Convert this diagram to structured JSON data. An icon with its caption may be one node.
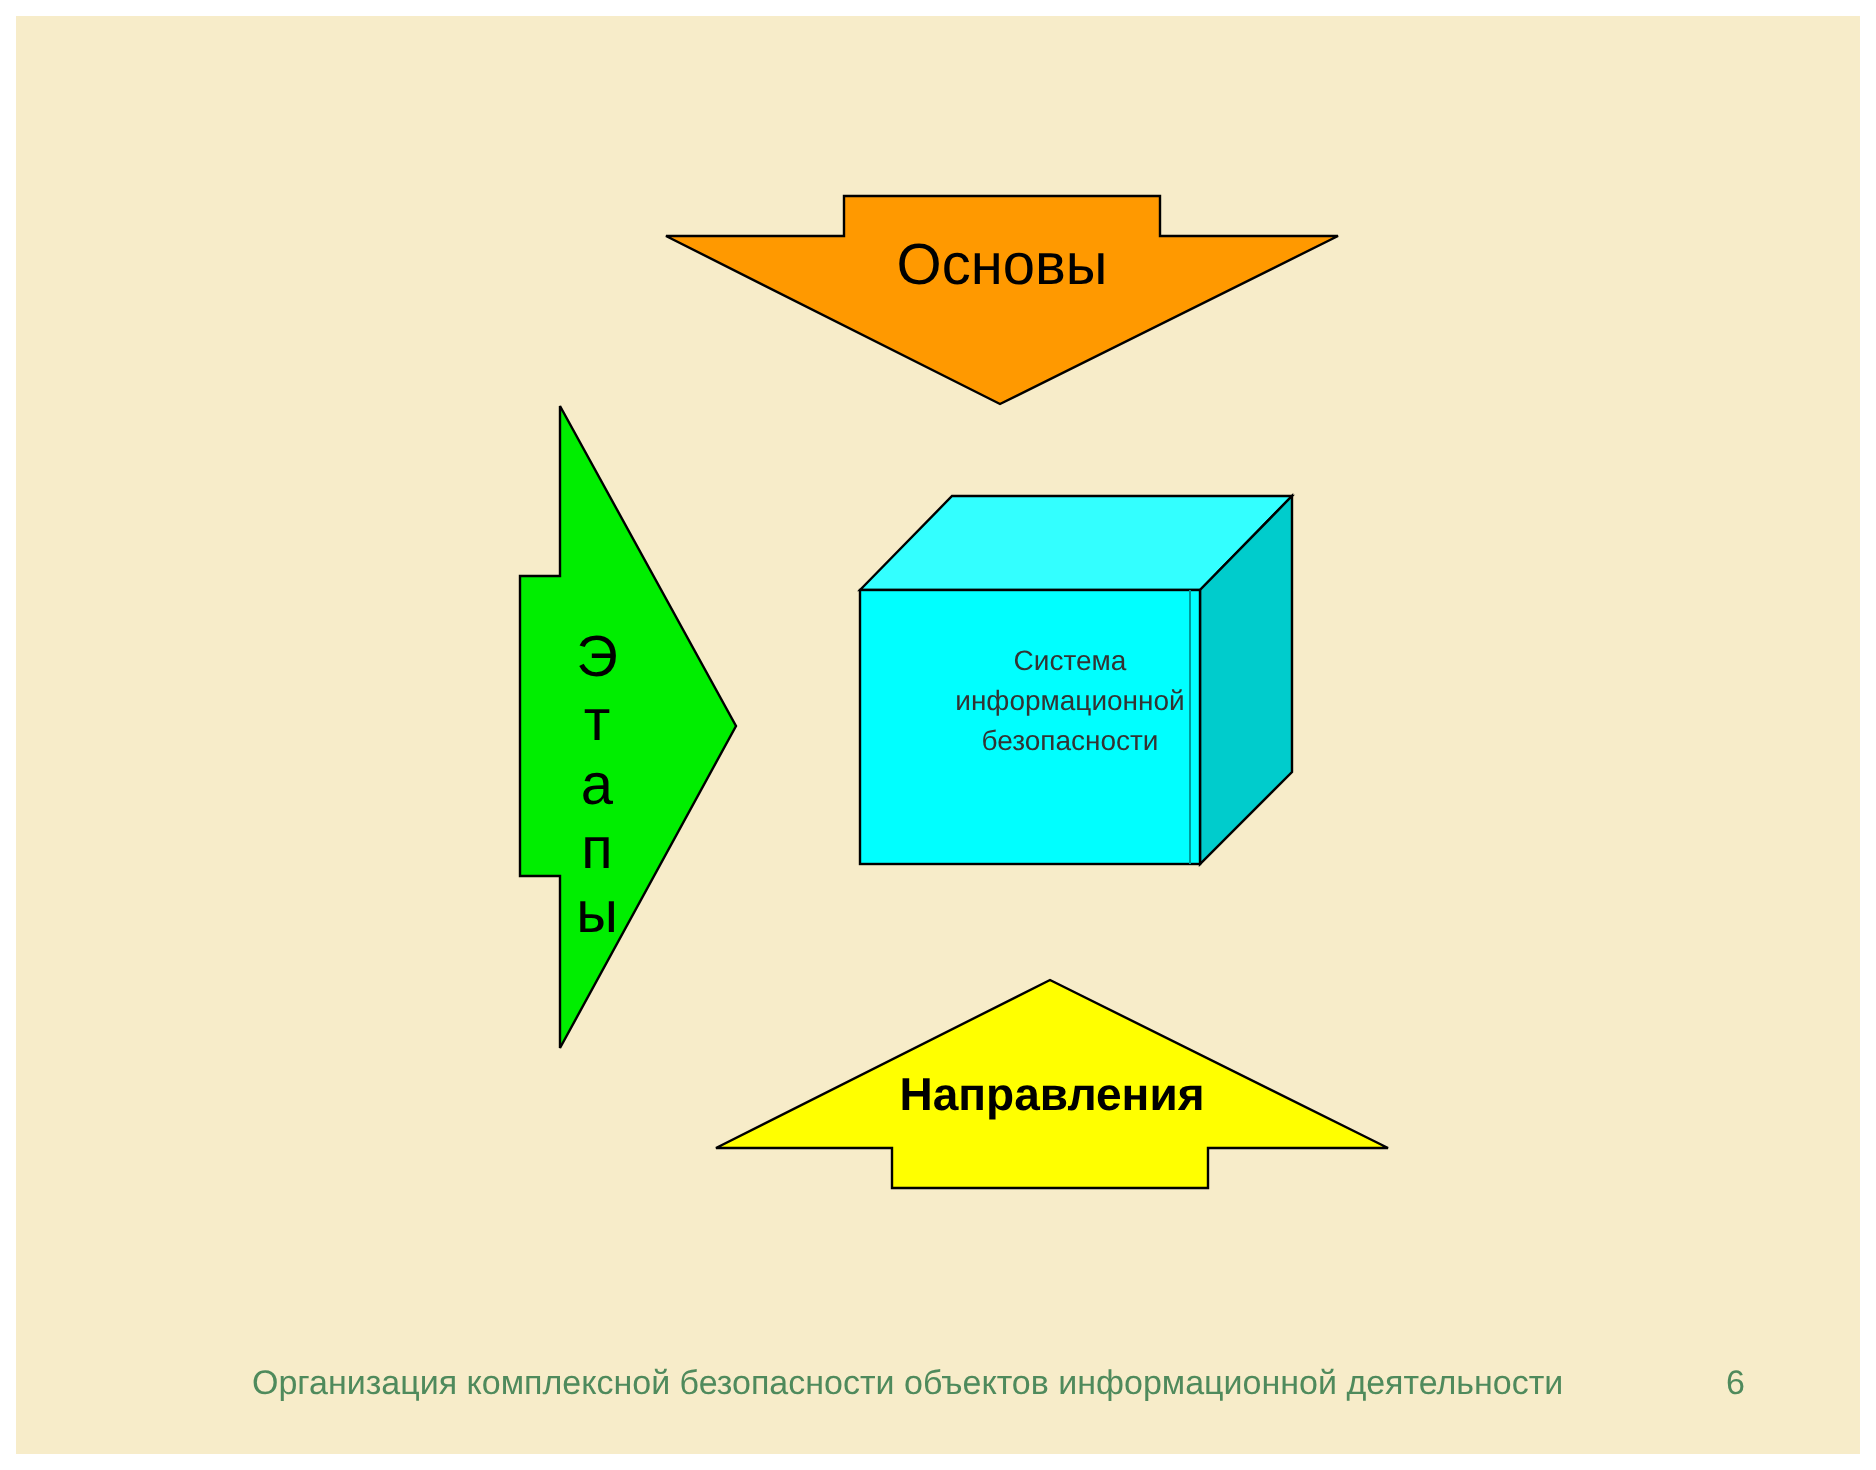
{
  "diagram": {
    "nodes": [
      {
        "text": [
          "Основы"
        ]
      },
      {
        "text": [
          "Этапы"
        ]
      },
      {
        "text": [
          "Система информационной безопасности"
        ]
      },
      {
        "text": [
          "Направления"
        ]
      }
    ],
    "labels": [
      "Организация комплексной безопасности объектов информационной деятельности",
      "6"
    ]
  }
}
